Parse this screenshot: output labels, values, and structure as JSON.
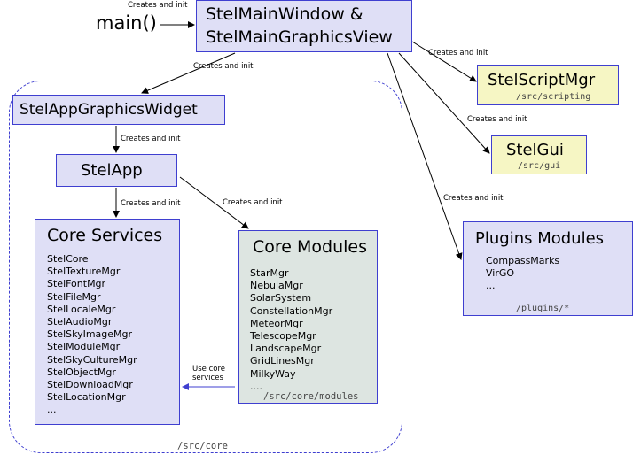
{
  "entry": {
    "label": "main()"
  },
  "edges": {
    "creates_and_init": "Creates and init",
    "use_core_services": "Use core\nservices"
  },
  "core_path": "/src/core",
  "main_window": {
    "line1": "StelMainWindow &",
    "line2": "StelMainGraphicsView"
  },
  "graphics_widget": {
    "title": "StelAppGraphicsWidget"
  },
  "stel_app": {
    "title": "StelApp"
  },
  "script_mgr": {
    "title": "StelScriptMgr",
    "path": "/src/scripting"
  },
  "gui": {
    "title": "StelGui",
    "path": "/src/gui"
  },
  "plugins": {
    "title": "Plugins Modules",
    "items": [
      "CompassMarks",
      "VirGO",
      "..."
    ],
    "path": "/plugins/*"
  },
  "core_services": {
    "title": "Core Services",
    "items": [
      "StelCore",
      "StelTextureMgr",
      "StelFontMgr",
      "StelFileMgr",
      "StelLocaleMgr",
      "StelAudioMgr",
      "StelSkyImageMgr",
      "StelModuleMgr",
      "StelSkyCultureMgr",
      "StelObjectMgr",
      "StelDownloadMgr",
      "StelLocationMgr",
      "..."
    ]
  },
  "core_modules": {
    "title": "Core Modules",
    "items": [
      "StarMgr",
      "NebulaMgr",
      "SolarSystem",
      "ConstellationMgr",
      "MeteorMgr",
      "TelescopeMgr",
      "LandscapeMgr",
      "GridLinesMgr",
      "MilkyWay",
      "...."
    ],
    "path": "/src/core/modules"
  },
  "colors": {
    "box_border": "#3f3fd0",
    "blue_fill": "#dfdff6",
    "yellow_fill": "#f6f6c4",
    "green_fill": "#dde5e1"
  }
}
